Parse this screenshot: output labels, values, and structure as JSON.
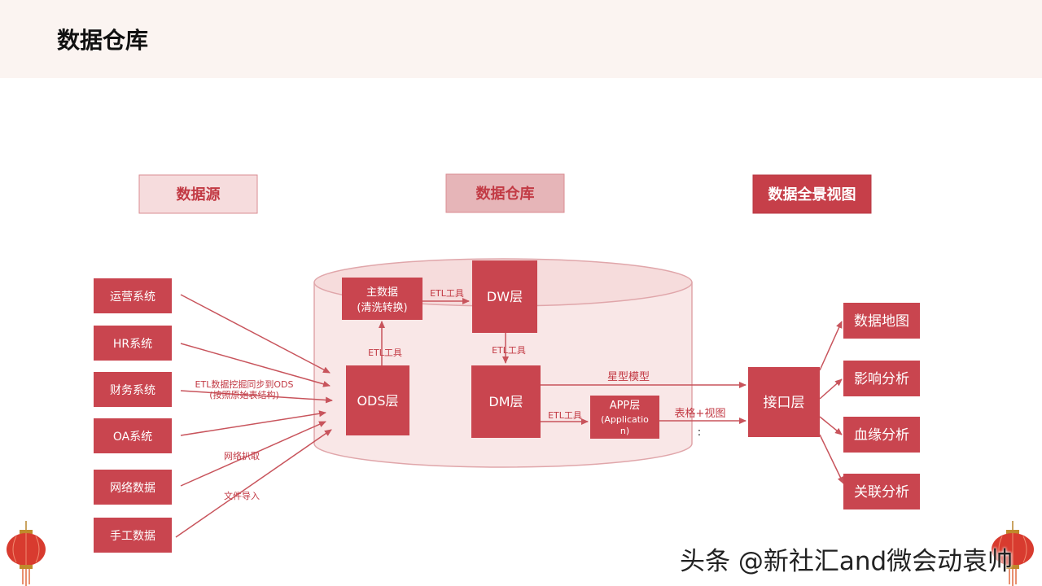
{
  "page_title": "数据仓库",
  "columns": {
    "sources": "数据源",
    "warehouse": "数据仓库",
    "panorama": "数据全景视图"
  },
  "sources": [
    "运营系统",
    "HR系统",
    "财务系统",
    "OA系统",
    "网络数据",
    "手工数据"
  ],
  "source_labels": {
    "etl_line1": "ETL数据挖掘同步到ODS",
    "etl_line2": "(按照原始表结构)",
    "crawl": "网络扒取",
    "import": "文件导入"
  },
  "warehouse": {
    "master_line1": "主数据",
    "master_line2": "(清洗转换)",
    "dw": "DW层",
    "ods": "ODS层",
    "dm": "DM层",
    "app_line1": "APP层",
    "app_line2": "(Applicatio",
    "app_line3": "n)"
  },
  "edges": {
    "etl_top": "ETL工具",
    "etl_ods_master": "ETL工具",
    "etl_dw_dm": "ETL工具",
    "etl_dm_app": "ETL工具",
    "star": "星型模型",
    "table_view": "表格+视图",
    "colon": ":"
  },
  "interface": "接口层",
  "outputs": [
    "数据地图",
    "影响分析",
    "血缘分析",
    "关联分析"
  ],
  "watermark": "头条 @新社汇and微会动袁帅",
  "colors": {
    "primary": "#c9454f",
    "light_fill": "#f6e3e3",
    "header_fill": "#ebc1c4",
    "dark_header": "#c23a44",
    "line": "#c8545c"
  }
}
